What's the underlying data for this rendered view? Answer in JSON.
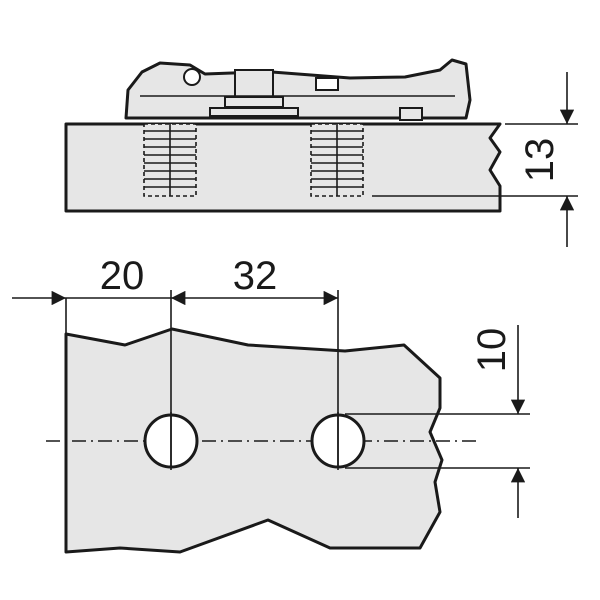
{
  "dimensions": {
    "top_height": "13",
    "offset_left": "20",
    "spacing": "32",
    "edge_distance": "10"
  },
  "colors": {
    "material_fill": "#e6e6e6",
    "line": "#1a1a1a",
    "background": "#ffffff"
  },
  "icons": {
    "hinge_plate": "mounting-plate-icon",
    "dowel": "threaded-dowel-icon",
    "hole": "drill-hole-icon",
    "arrow": "dimension-arrow-icon"
  }
}
